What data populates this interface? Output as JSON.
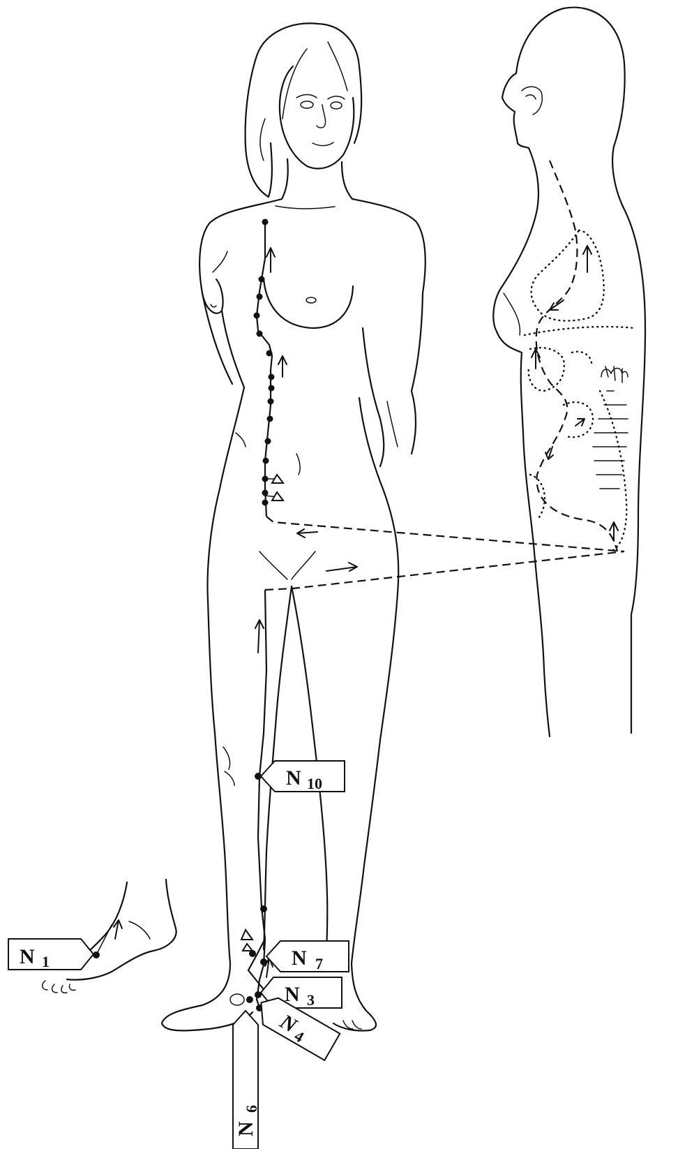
{
  "labels": {
    "n1": {
      "letter": "N",
      "num": "1"
    },
    "n3": {
      "letter": "N",
      "num": "3"
    },
    "n4": {
      "letter": "N",
      "num": "4"
    },
    "n6": {
      "letter": "N",
      "num": "6"
    },
    "n7": {
      "letter": "N",
      "num": "7"
    },
    "n10": {
      "letter": "N",
      "num": "10"
    }
  },
  "colors": {
    "ink": "#111111",
    "paper": "#ffffff"
  }
}
